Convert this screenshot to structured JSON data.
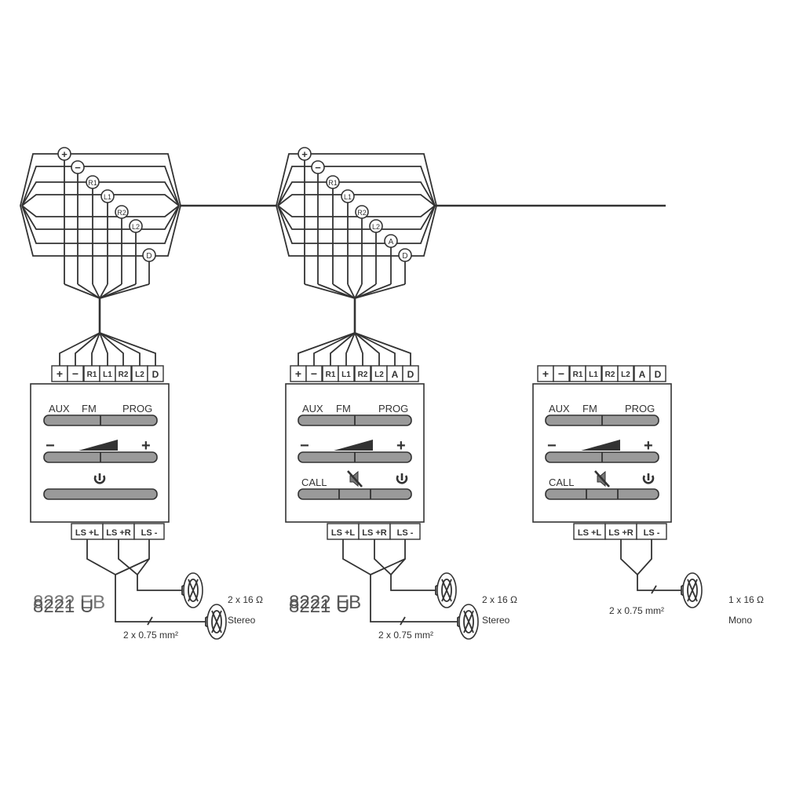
{
  "bus_symbols": {
    "plus": "+",
    "minus": "−",
    "r1": "R1",
    "l1": "L1",
    "r2": "R2",
    "l2": "L2",
    "a": "A",
    "d": "D"
  },
  "button_labels": {
    "aux": "AUX",
    "fm": "FM",
    "prog": "PROG",
    "minus": "−",
    "plus": "+",
    "call": "CALL"
  },
  "output_terminals": {
    "ls_l": "LS +L",
    "ls_r": "LS +R",
    "ls_minus": "LS -"
  },
  "units": [
    {
      "model": "8222 EB",
      "model_alt": "8221 U",
      "impedance": "2 x 16 Ω",
      "mode": "Stereo",
      "cable": "2 x 0.75 mm²"
    },
    {
      "model": "8222 EB",
      "model_alt": "8221 U",
      "impedance": "2 x 16 Ω",
      "mode": "Stereo",
      "cable": "2 x 0.75 mm²"
    },
    {
      "model": "",
      "impedance": "1 x 16 Ω",
      "mode": "Mono",
      "cable": "2 x 0.75 mm²"
    }
  ]
}
